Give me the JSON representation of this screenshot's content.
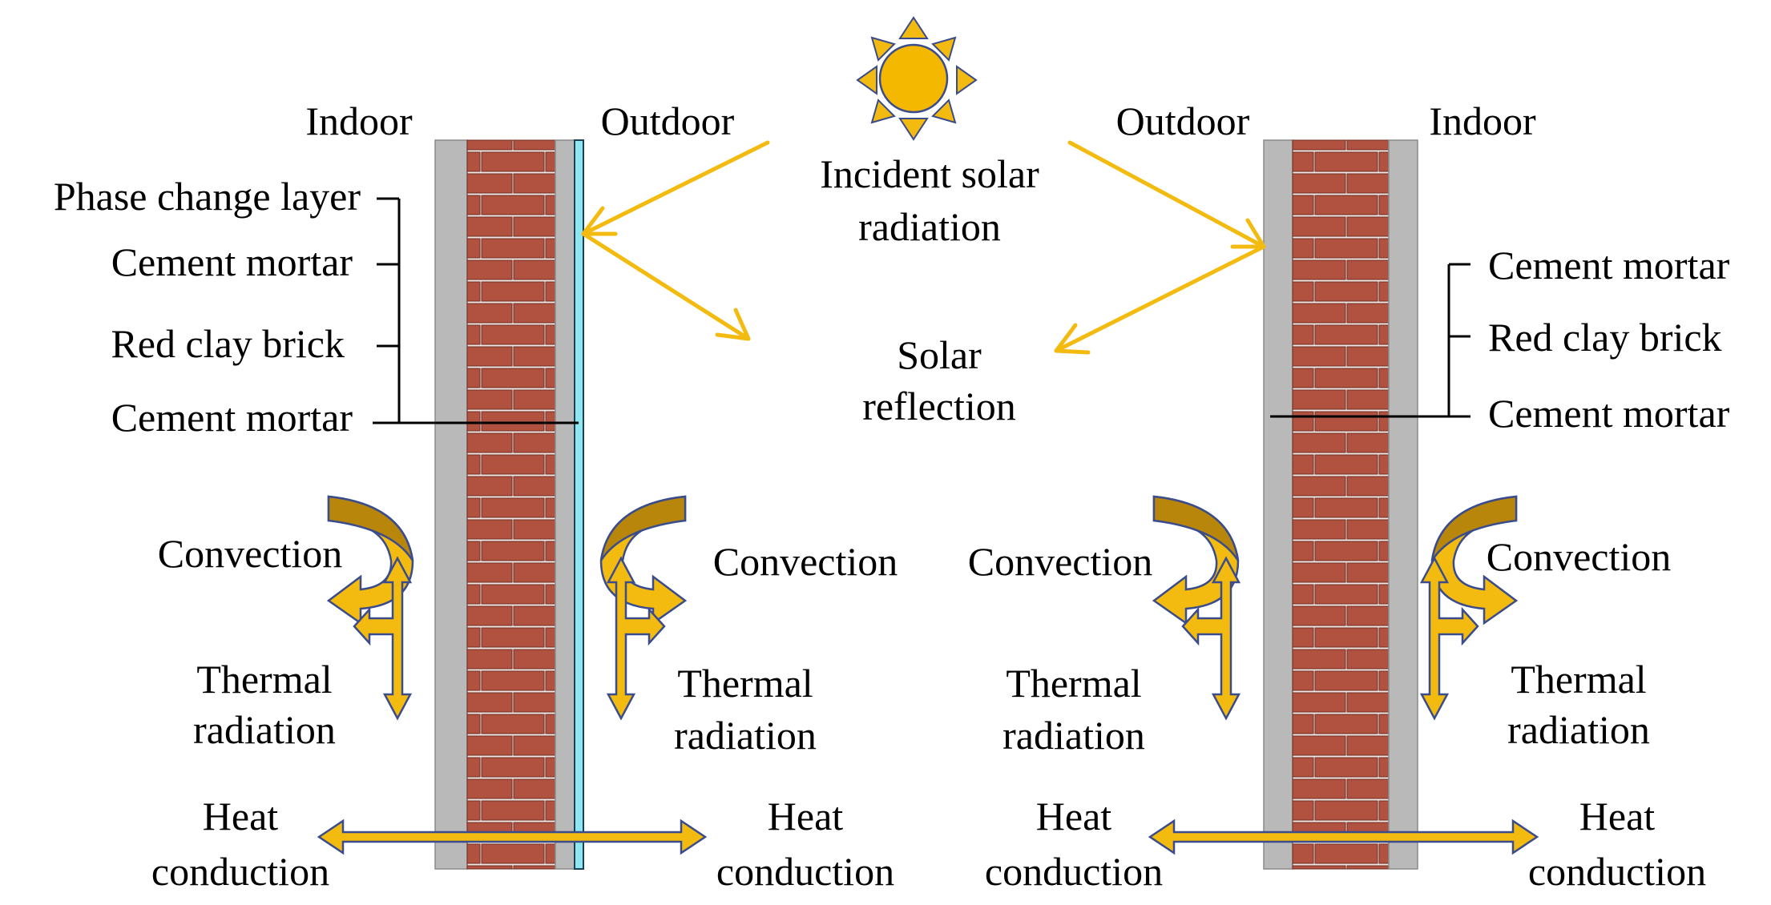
{
  "colors": {
    "brick": "#B0523F",
    "brick_edge": "#6E2E22",
    "mortar_joint": "#F2E6E2",
    "cement": "#B9B9B9",
    "pcm": "#8EE6F0",
    "sun": "#F5B800",
    "sun_ray": "#F3BA10",
    "arrow": "#F3BA10",
    "arrow_outline": "#3A4C8C",
    "convection_dark": "#B8860B"
  },
  "icons": [
    "sun-icon",
    "convection-arrow-icon",
    "thermal-radiation-arrow-icon",
    "heat-conduction-arrow-icon",
    "solar-ray-arrow-icon"
  ],
  "left_wall": {
    "indoor": "Indoor",
    "outdoor": "Outdoor",
    "layers": [
      "Phase change layer",
      "Cement mortar",
      "Red clay brick",
      "Cement mortar"
    ],
    "convection_in": "Convection",
    "convection_out": "Convection",
    "thermal_in": [
      "Thermal",
      "radiation"
    ],
    "thermal_out": [
      "Thermal",
      "radiation"
    ],
    "heat_in": [
      "Heat",
      "conduction"
    ],
    "heat_out": [
      "Heat",
      "conduction"
    ]
  },
  "center": {
    "incident": [
      "Incident solar",
      "radiation"
    ],
    "reflection": [
      "Solar",
      "reflection"
    ]
  },
  "right_wall": {
    "outdoor": "Outdoor",
    "indoor": "Indoor",
    "layers": [
      "Cement mortar",
      "Red clay brick",
      "Cement mortar"
    ],
    "convection_out": "Convection",
    "convection_in": "Convection",
    "thermal_out": [
      "Thermal",
      "radiation"
    ],
    "thermal_in": [
      "Thermal",
      "radiation"
    ],
    "heat_out": [
      "Heat",
      "conduction"
    ],
    "heat_in": [
      "Heat",
      "conduction"
    ]
  }
}
